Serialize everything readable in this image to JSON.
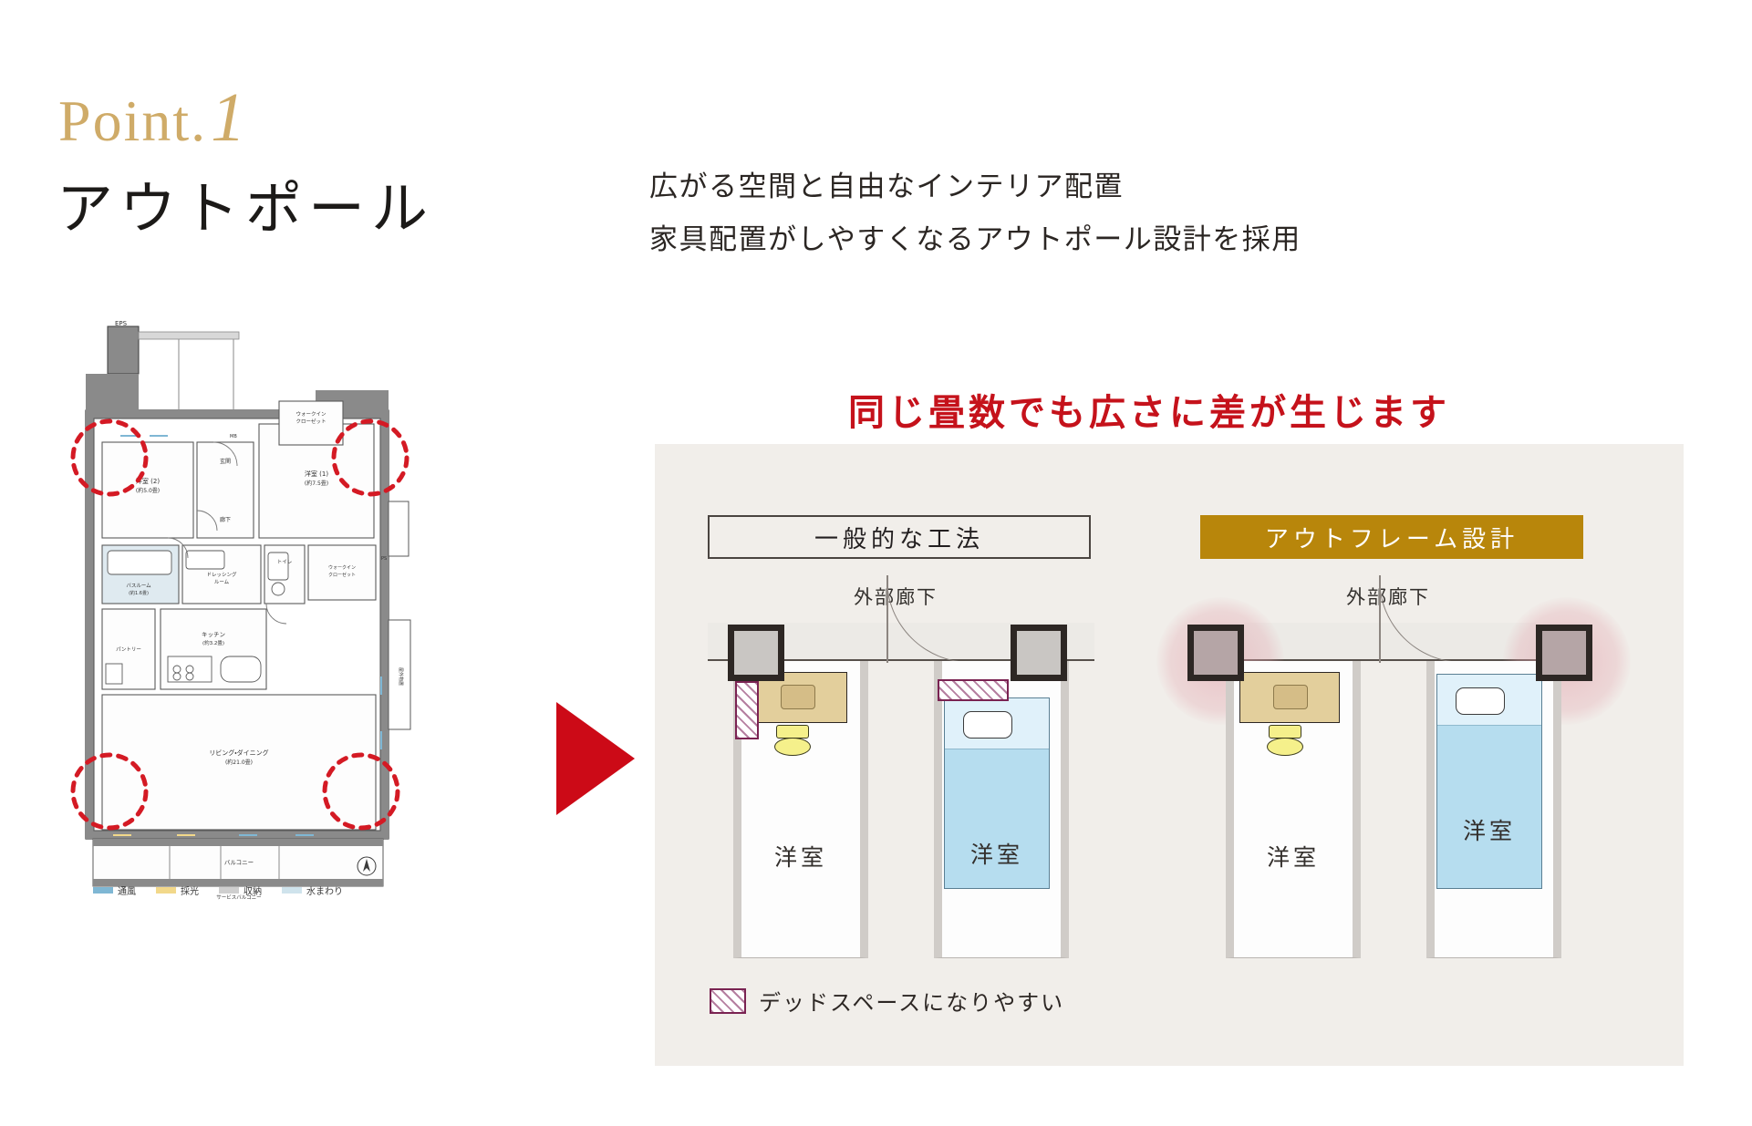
{
  "header": {
    "point_label": "Point.",
    "point_number": "1",
    "title": "アウトポール",
    "lead_line1": "広がる空間と自由なインテリア配置",
    "lead_line2": "家具配置がしやすくなるアウトポール設計を採用"
  },
  "compare": {
    "title": "同じ畳数でも広さに差が生じます",
    "panels": [
      {
        "tag": "一般的な工法",
        "tag_style": "plain",
        "corridor_label": "外部廊下",
        "rooms": [
          {
            "name": "洋室",
            "type": "desk"
          },
          {
            "name": "洋室",
            "type": "bed"
          }
        ]
      },
      {
        "tag": "アウトフレーム設計",
        "tag_style": "filled",
        "corridor_label": "外部廊下",
        "rooms": [
          {
            "name": "洋室",
            "type": "desk"
          },
          {
            "name": "洋室",
            "type": "bed"
          }
        ]
      }
    ],
    "legend": {
      "text": "デッドスペースになりやすい"
    },
    "colors": {
      "accent_red": "#c5121b",
      "gold": "#b8860b",
      "board_bg": "#f1eeea",
      "hatch_border": "#7a2352",
      "bed_blue": "#b6ddef",
      "desk_tan": "#e3cf9c",
      "pillar_gray": "#c9c6c3",
      "halo_pink": "#e2a0aa"
    }
  },
  "floorplan": {
    "rooms": [
      {
        "id": "bedroom2",
        "name": "洋室 (2)",
        "size": "(約5.0畳)"
      },
      {
        "id": "bedroom1",
        "name": "洋室 (1)",
        "size": "(約7.5畳)"
      },
      {
        "id": "wic_top",
        "name": "ウォークイン",
        "size": "クローゼット"
      },
      {
        "id": "wic_mid",
        "name": "ウォークイン",
        "size": "クローゼット"
      },
      {
        "id": "entrance",
        "name": "玄関",
        "size": ""
      },
      {
        "id": "hall",
        "name": "廊下",
        "size": ""
      },
      {
        "id": "toilet",
        "name": "トイレ",
        "size": ""
      },
      {
        "id": "bath",
        "name": "バスルーム",
        "size": "(約1.6畳)"
      },
      {
        "id": "dressing",
        "name": "ドレッシング",
        "size": "ルーム"
      },
      {
        "id": "pantry",
        "name": "パントリー",
        "size": ""
      },
      {
        "id": "kitchen",
        "name": "キッチン",
        "size": "(約3.2畳)"
      },
      {
        "id": "ld",
        "name": "リビング・ダイニング",
        "size": "(約21.0畳)"
      },
      {
        "id": "balcony",
        "name": "バルコニー",
        "size": ""
      },
      {
        "id": "service_balcony",
        "name": "サービスバルコニー",
        "size": ""
      },
      {
        "id": "outdoor_storage",
        "name": "屋外物置",
        "size": ""
      }
    ],
    "tags": [
      {
        "id": "eps",
        "label": "EPS"
      },
      {
        "id": "ms",
        "label": "MB"
      },
      {
        "id": "pst",
        "label": "PS"
      }
    ],
    "legend_items": [
      {
        "label": "通風",
        "color": "#7fb7d4"
      },
      {
        "label": "採光",
        "color": "#f2d88a"
      },
      {
        "label": "収納",
        "color": "#cfcfcf"
      },
      {
        "label": "水まわり",
        "color": "#cfe3ec"
      }
    ],
    "compass": "N"
  }
}
